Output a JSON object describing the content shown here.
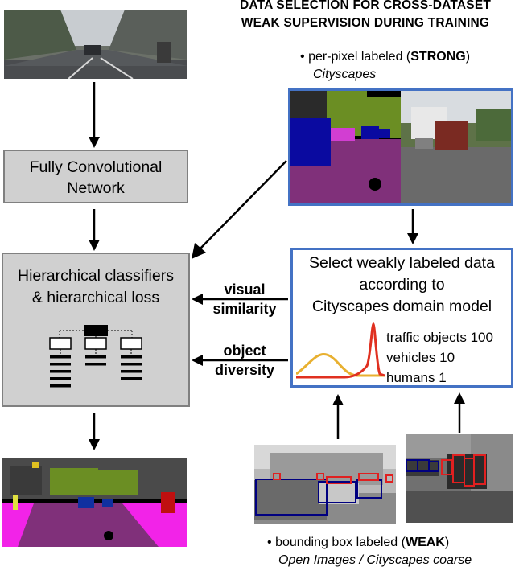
{
  "header": {
    "title_line1": "DATA SELECTION FOR CROSS-DATASET",
    "title_line2": "WEAK SUPERVISION DURING TRAINING"
  },
  "strong": {
    "bullet": "•",
    "prefix": "per-pixel labeled (",
    "emph": "STRONG",
    "suffix": ")",
    "dataset": "Cityscapes"
  },
  "fcn": {
    "line1": "Fully Convolutional",
    "line2": "Network"
  },
  "classifier": {
    "line1": "Hierarchical classifiers",
    "line2": "& hierarchical loss"
  },
  "arrows": {
    "visual_line1": "visual",
    "visual_line2": "similarity",
    "object_line1": "object",
    "object_line2": "diversity"
  },
  "selector": {
    "line1": "Select weakly labeled data",
    "line2": "according to",
    "line3": "Cityscapes domain model",
    "legend": [
      "traffic objects 100",
      "vehicles 10",
      "humans 1"
    ]
  },
  "weak": {
    "bullet": "•",
    "prefix": "bounding box labeled (",
    "emph": "WEAK",
    "suffix": ")",
    "dataset1": "Open Images",
    "separator": "/",
    "dataset2": "Cityscapes coarse"
  },
  "colors": {
    "blue_border": "#4472c4",
    "gray_box": "#d0d0d0",
    "gray_border": "#808080",
    "curve_orange": "#e8b030",
    "curve_red": "#e03020"
  }
}
